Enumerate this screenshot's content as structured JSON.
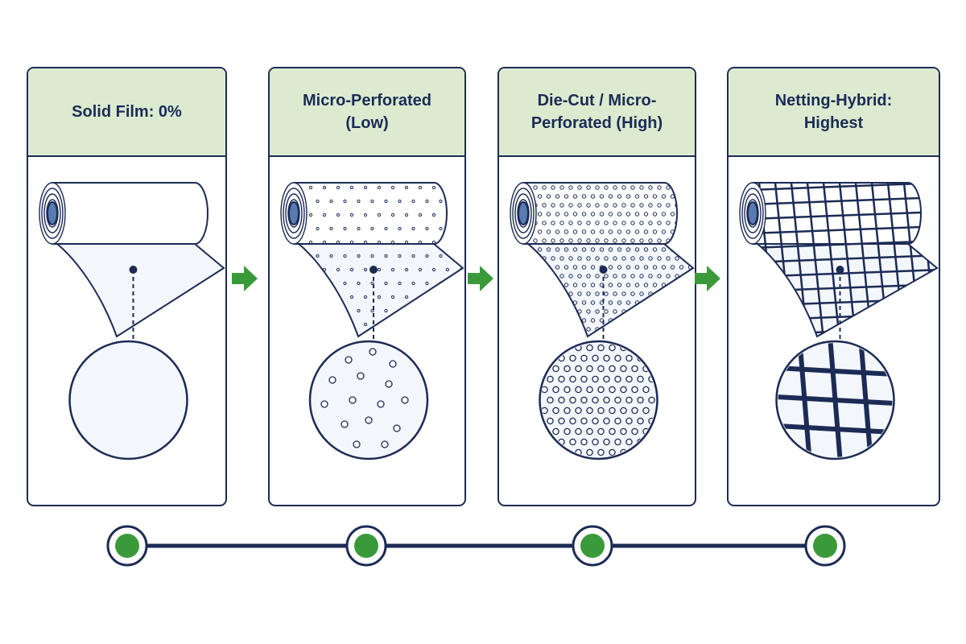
{
  "colors": {
    "navy": "#1c2b55",
    "header_fill": "#dcebd0",
    "arrow_green": "#3a9a3a",
    "timeline_green": "#3a9a3a",
    "film_fill": "#f3f6fb",
    "core_blue": "#5a7bb0"
  },
  "panels": [
    {
      "title": "Solid Film: 0%",
      "pattern": "solid"
    },
    {
      "title": "Micro-Perforated\n(Low)",
      "pattern": "perforated-low"
    },
    {
      "title": "Die-Cut / Micro-\nPerforated (High)",
      "pattern": "perforated-high"
    },
    {
      "title": "Netting-Hybrid:\nHighest",
      "pattern": "netting"
    }
  ],
  "icons": {
    "arrow": "right-arrow-icon",
    "roll": "film-roll-icon",
    "magnifier": "detail-circle-icon"
  },
  "timeline": {
    "stage_count": 4
  }
}
